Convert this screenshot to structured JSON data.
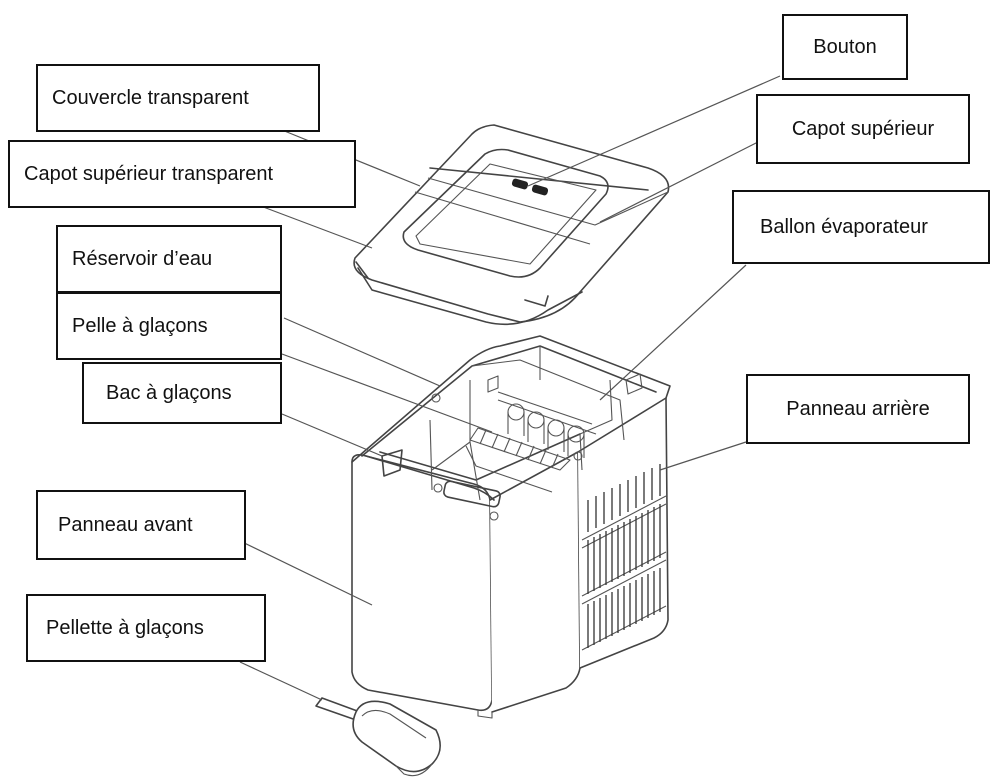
{
  "labels": {
    "couvercle": "Couvercle transparent",
    "capot_transparent": "Capot supérieur transparent",
    "reservoir": "Réservoir d’eau",
    "pelle": "Pelle à glaçons",
    "bac": "Bac à glaçons",
    "panneau_avant": "Panneau avant",
    "pellette": "Pellette à glaçons",
    "bouton": "Bouton",
    "capot_superieur": "Capot supérieur",
    "ballon": "Ballon évaporateur",
    "panneau_arriere": "Panneau arrière"
  }
}
